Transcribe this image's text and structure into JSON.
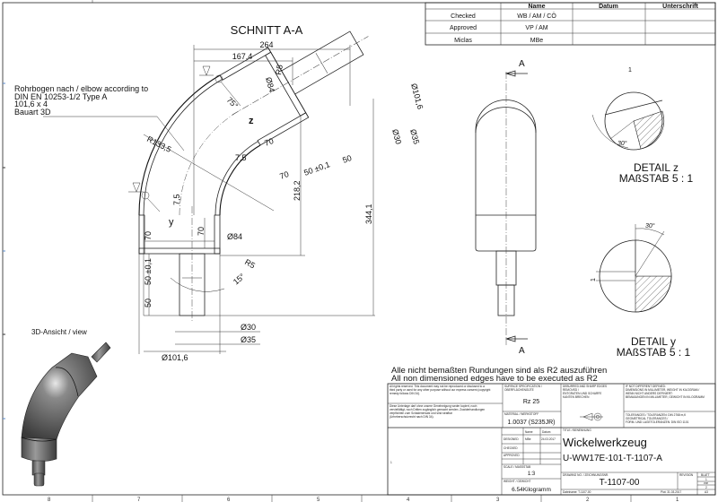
{
  "approval_table": {
    "headers": [
      "",
      "Name",
      "Datum",
      "Unterschrift"
    ],
    "rows": [
      {
        "role": "Checked",
        "name": "WB / AM / CÖ",
        "date": "",
        "signature": ""
      },
      {
        "role": "Approved",
        "name": "VP / AM",
        "date": "",
        "signature": ""
      },
      {
        "role": "Miclas",
        "name": "MBe",
        "date": "",
        "signature": ""
      }
    ]
  },
  "section_view": {
    "title": "SCHNITT A-A",
    "dimensions": {
      "d264": "264",
      "d167": "167,4",
      "dia84_top": "Ø84",
      "r5_top": "R5",
      "angle75": "75°",
      "detail_z": "z",
      "d70_a": "70",
      "d7_5_a": "7,5",
      "d70_b": "70",
      "d50tol_a": "50 ±0,1",
      "d50_a": "50",
      "d218": "218,2",
      "dia101_top": "Ø101,6",
      "dia30_top": "Ø30",
      "dia35_top": "Ø35",
      "r133": "R133,5",
      "d7_5_b": "7,5",
      "detail_y": "y",
      "d70_c": "70",
      "d70_d": "70",
      "dia84_bot": "Ø84",
      "r5_bot": "R5",
      "angle15": "15°",
      "d50tol_b": "50 ±0,1",
      "d50_b": "50",
      "d344": "344,1",
      "dia30_bot": "Ø30",
      "dia35_bot": "Ø35",
      "dia101_bot": "Ø101,6"
    }
  },
  "note_elbow": [
    "Rohrbogen nach / elbow according to",
    "DIN EN 10253-1/2 Type A",
    "101,6 x 4",
    "Bauart 3D"
  ],
  "side_view": {
    "section_mark_top": "A",
    "section_mark_bottom": "A"
  },
  "detail_z": {
    "title": "DETAIL z",
    "scale": "MAßSTAB 5 : 1",
    "dim_1": "1",
    "angle": "30°"
  },
  "detail_y": {
    "title": "DETAIL y",
    "scale": "MAßSTAB 5 : 1",
    "dim_1": "1",
    "angle": "30°"
  },
  "view_3d_label": "3D-Ansicht / view",
  "general_note": [
    "Alle nicht bemaßten Rundungen sind als R2 auszuführen",
    "All non dimensioned edges have to be executed as R2"
  ],
  "title_block": {
    "copyright_en": [
      "All rights reserved. This document may not be reproduced or disclosed to a",
      "third party or used for any other purpose without our express consent (copyright",
      "remedy follows DIN 34)."
    ],
    "copyright_de": [
      "Diese Unterlage darf ohne unsere Genehmigung weder kopiert, noch",
      "vervielfältigt, noch Dritten zugänglich gemacht werden. Zuwiderhandlungen",
      "verpflichten zum Schadenersatz und sind strafbar",
      "(Urheberschutzrecht nach DIN 34)."
    ],
    "surface_label": [
      "SURFACE SPECIFICATION /",
      "OBERFLÄCHENGÜTE"
    ],
    "surface_value": "Rz 25",
    "material_label": "MATERIAL / WERKSTOFF",
    "material_value": "1.0037 (S235JR)",
    "deburr_label": [
      "DEBURRED AND SHARP EDGES",
      "REMOVED /",
      "ENTGRATEN UND SCHARFE",
      "KANTEN BRECHEN"
    ],
    "units_label": [
      "IF NOT DIFFERENT DEFINED:",
      "DIMENSIONS IN MILLIMETER, WEIGHT IN KILOGRAM /",
      "WENN NICHT ANDERS DEFINIERT:",
      "BEMAßUNGEN IN MILLIMETER, GEWICHT IN KILOGRAMM"
    ],
    "tolerance_label": [
      "TOLERANCES / TOLERANZEN:  DIN 2768 m,K",
      "GEOMETRICAL TOLERANCES /",
      "FORM- UND LAGETOLERANZEN: DIN ISO 1101"
    ],
    "name_header": "Name",
    "date_header": "Datum",
    "designed_label": "DESIGNED",
    "designed_name": "MBe",
    "designed_date": "24.03.2017",
    "checked_label": "CHECKED",
    "approved_label": "APPROVED",
    "title_label": "TITLE / BENENNUNG",
    "title": "Wickelwerkzeug",
    "subtitle": "U-WW17E-101-T-1107-A",
    "scale_label": "SCALE / MASSSTAB",
    "scale_value": "1:3",
    "weight_label": "WEIGHT / GEWICHT",
    "weight_value": "6.54Kilogramm",
    "drawing_no_label": "DRAWING NO. / ZEICHNUNGSNR.",
    "drawing_no": "T-1107-00",
    "revision_label": "REVISION",
    "sheet_label": "BLATT",
    "sheet_no": "1",
    "sheet_of": "von",
    "sheet_total": "2",
    "format": "A3",
    "filename": "Dateiname: T-1107-00",
    "plot_date": "Plot: 31.03.2017",
    "left_marker": "1"
  },
  "border_zones": [
    "8",
    "7",
    "6",
    "5",
    "4",
    "3",
    "2",
    "1"
  ]
}
